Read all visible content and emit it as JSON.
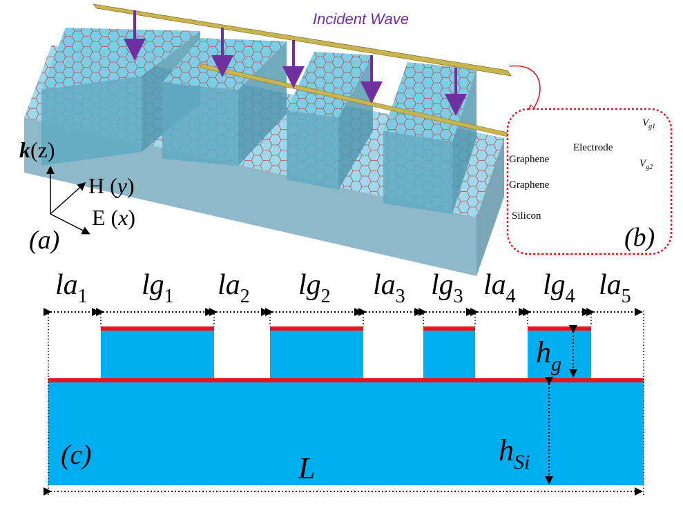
{
  "panel_a": {
    "incident_wave": "Incident Wave",
    "axis_k": "k",
    "axis_k_coord": "(z)",
    "axis_h": "H (",
    "axis_h_var": "y",
    "axis_h_close": ")",
    "axis_e": "E (",
    "axis_e_var": "x",
    "axis_e_close": ")",
    "label": "(a)"
  },
  "panel_b": {
    "vg1_v": "V",
    "vg1_sub": "g1",
    "vg2_v": "V",
    "vg2_sub": "g2",
    "electrode": "Electrode",
    "graphene_top": "Graphene",
    "graphene_bottom": "Graphene",
    "silicon": "Silicon",
    "label": "(b)"
  },
  "panel_c": {
    "dims": [
      {
        "base": "la",
        "sub": "1"
      },
      {
        "base": "lg",
        "sub": "1"
      },
      {
        "base": "la",
        "sub": "2"
      },
      {
        "base": "lg",
        "sub": "2"
      },
      {
        "base": "la",
        "sub": "3"
      },
      {
        "base": "lg",
        "sub": "3"
      },
      {
        "base": "la",
        "sub": "4"
      },
      {
        "base": "lg",
        "sub": "4"
      },
      {
        "base": "la",
        "sub": "5"
      }
    ],
    "hg_base": "h",
    "hg_sub": "g",
    "hsi_base": "h",
    "hsi_sub": "Si",
    "length": "L",
    "label": "(c)"
  },
  "colors": {
    "silicon": "#00aeef",
    "graphene": "#e8141c",
    "wave_arrow": "#7030a0",
    "electrode": "#c8b450",
    "panel_b_border": "#e8141c"
  }
}
